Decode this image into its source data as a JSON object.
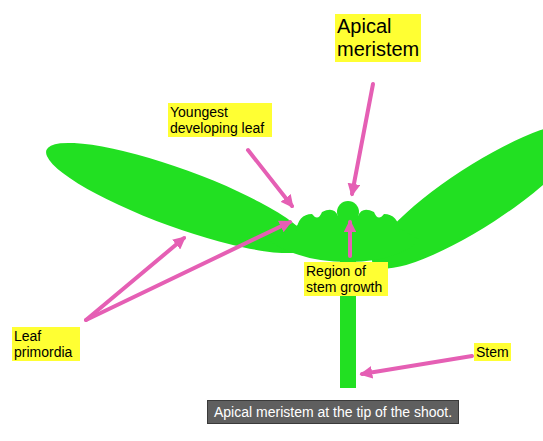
{
  "diagram": {
    "caption": "Apical meristem at the tip of the shoot.",
    "labels": [
      "Apical meristem",
      "Youngest developing leaf",
      "Region of stem growth",
      "Leaf primordia",
      "Stem"
    ]
  }
}
